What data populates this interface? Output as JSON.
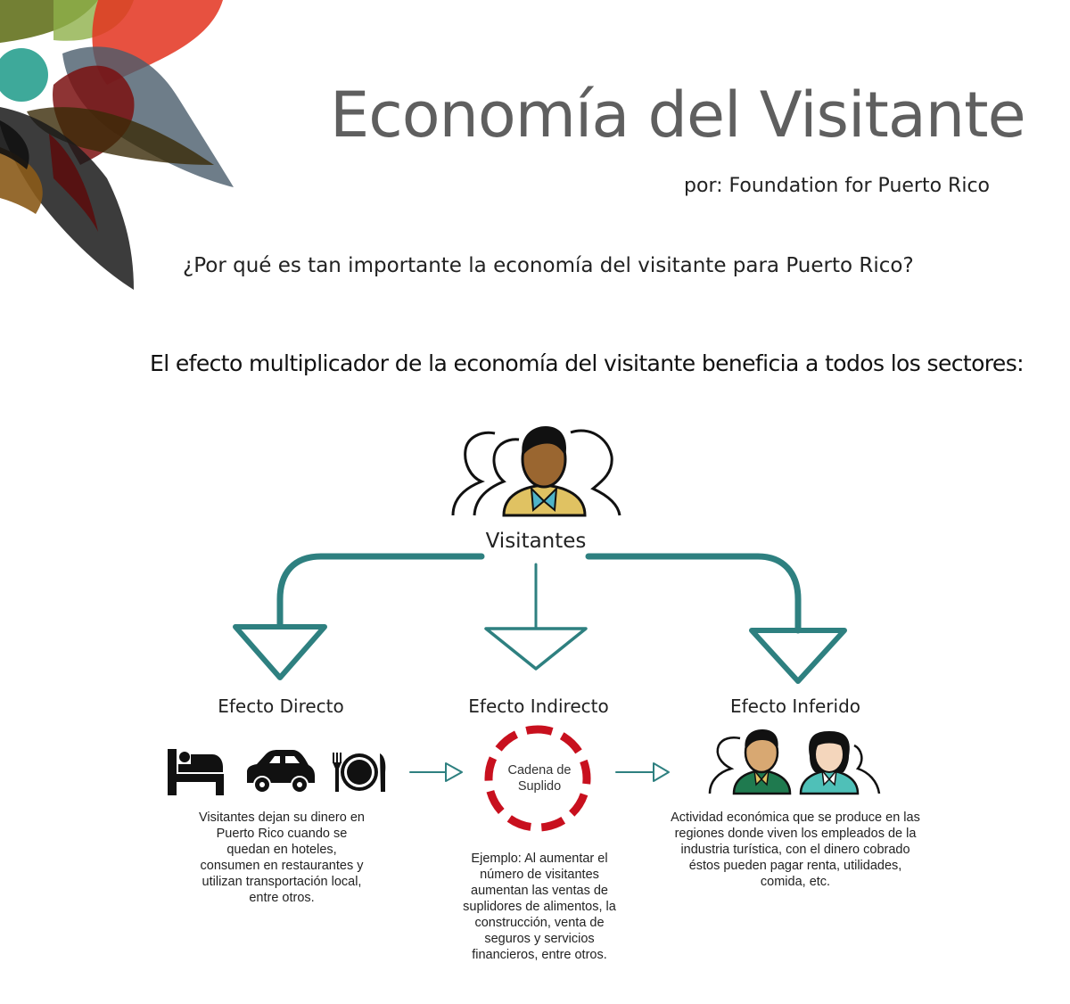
{
  "header": {
    "title": "Economía del Visitante",
    "byline": "por: Foundation for Puerto Rico"
  },
  "question": "¿Por qué es tan importante la economía del visitante para Puerto Rico?",
  "subtitle": "El efecto multiplicador de la economía del visitante beneficia a todos los sectores:",
  "diagram": {
    "root": {
      "label": "Visitantes",
      "icon": "visitors-group-icon"
    },
    "colors": {
      "connector": "#2e8080",
      "chain": "#c8101e"
    },
    "effects": [
      {
        "title": "Efecto Directo",
        "icons": [
          "bed-icon",
          "car-icon",
          "dining-icon"
        ],
        "description": "Visitantes dejan su dinero en Puerto Rico cuando se quedan en hoteles, consumen en restaurantes y utilizan transportación local, entre otros."
      },
      {
        "title": "Efecto Indirecto",
        "chain_label": "Cadena de Suplido",
        "description": "Ejemplo: Al aumentar el número de visitantes aumentan las ventas de suplidores de alimentos, la construcción, venta de seguros y servicios financieros, entre otros."
      },
      {
        "title": "Efecto Inferido",
        "icons": [
          "employees-group-icon"
        ],
        "description": "Actividad económica que se produce en las regiones donde viven los empleados de la industria turística, con el dinero cobrado éstos pueden pagar renta, utilidades, comida, etc."
      }
    ]
  }
}
